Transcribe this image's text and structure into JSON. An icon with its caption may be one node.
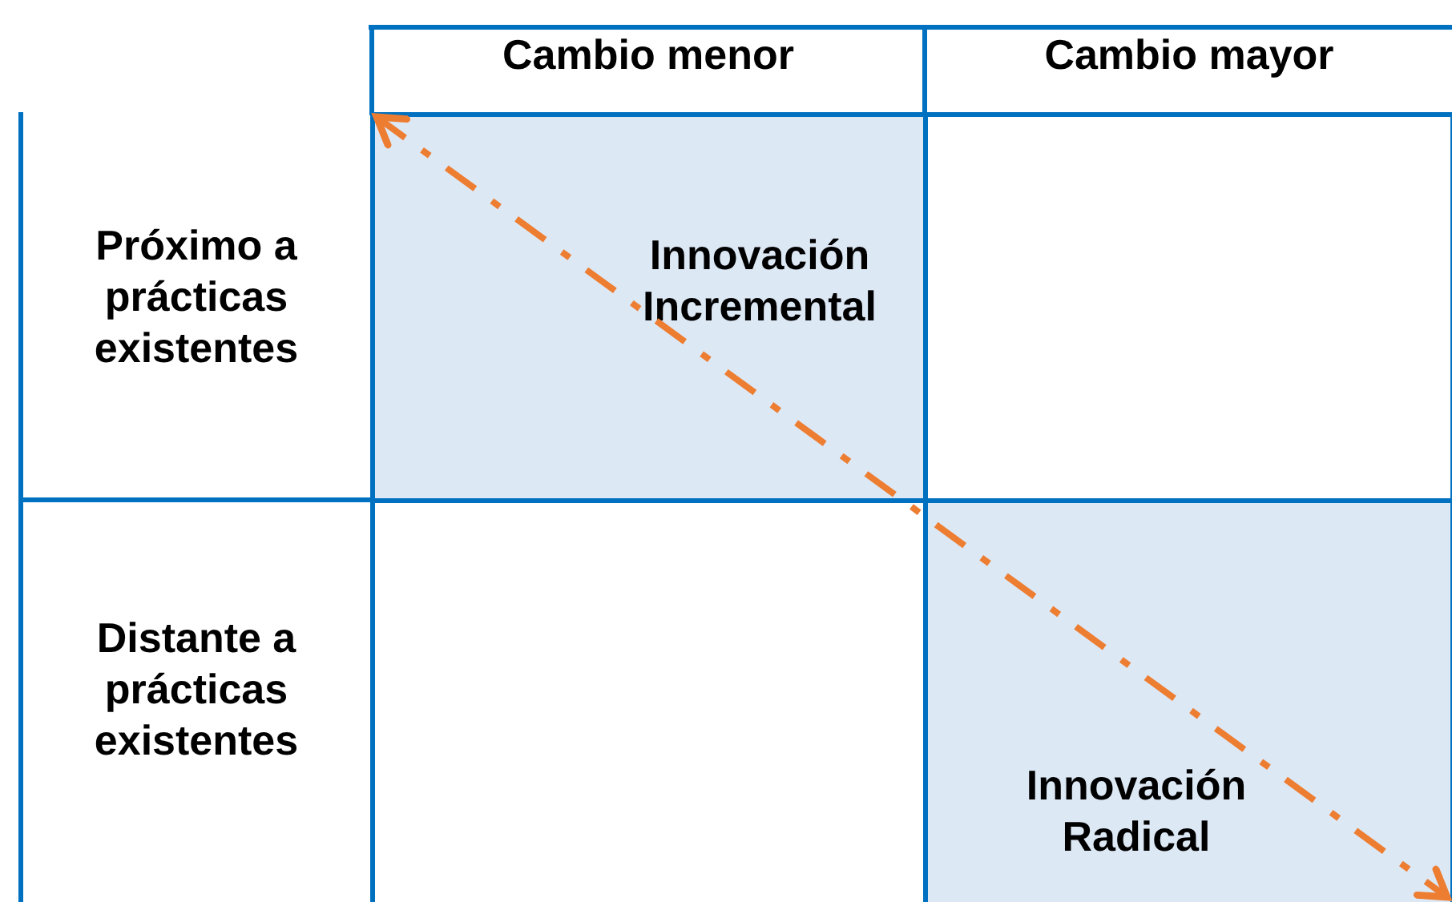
{
  "diagram": {
    "nodes": [
      {
        "text": [
          "Innovación Incremental"
        ]
      },
      {
        "text": [],
        "shape": "box"
      },
      {
        "text": [],
        "shape": "box"
      },
      {
        "text": [
          "Innovación Radical"
        ]
      }
    ],
    "edges": [
      {
        "from": 0,
        "to": 3,
        "arrow": "both",
        "style": "dashed",
        "color": "#ed7d31"
      }
    ],
    "labels": [
      "Cambio menor",
      "Cambio mayor",
      "Próximo a prácticas existentes",
      "Distante a prácticas existentes"
    ]
  }
}
